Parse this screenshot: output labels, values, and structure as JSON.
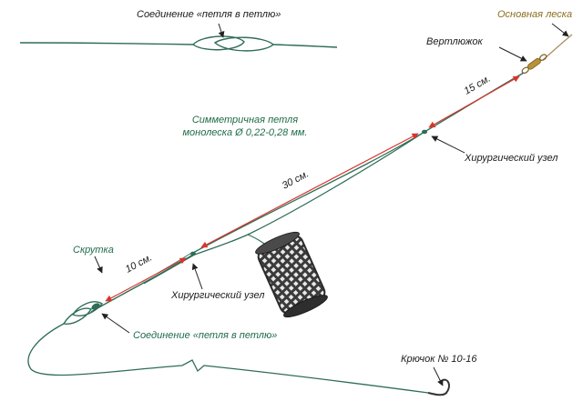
{
  "labels": {
    "loop_to_loop_top": "Соединение «петля в петлю»",
    "main_line": "Основная леска",
    "swivel": "Вертлюжок",
    "symmetric_loop_line1": "Симметричная петля",
    "symmetric_loop_line2": "монолеска Ø 0,22-0,28 мм.",
    "surgical_knot_right": "Хирургический узел",
    "twist": "Скрутка",
    "surgical_knot_bottom": "Хирургический узел",
    "loop_to_loop_bottom": "Соединение «петля в петлю»",
    "hook": "Крючок № 10-16"
  },
  "dimensions": {
    "d15": "15 см.",
    "d30": "30 см.",
    "d10": "10 см."
  },
  "colors": {
    "line": "#2f6d57",
    "dimension": "#d9342b",
    "feeder": "#3a3a3a",
    "brass": "#b8913a",
    "arrow": "#222222"
  }
}
